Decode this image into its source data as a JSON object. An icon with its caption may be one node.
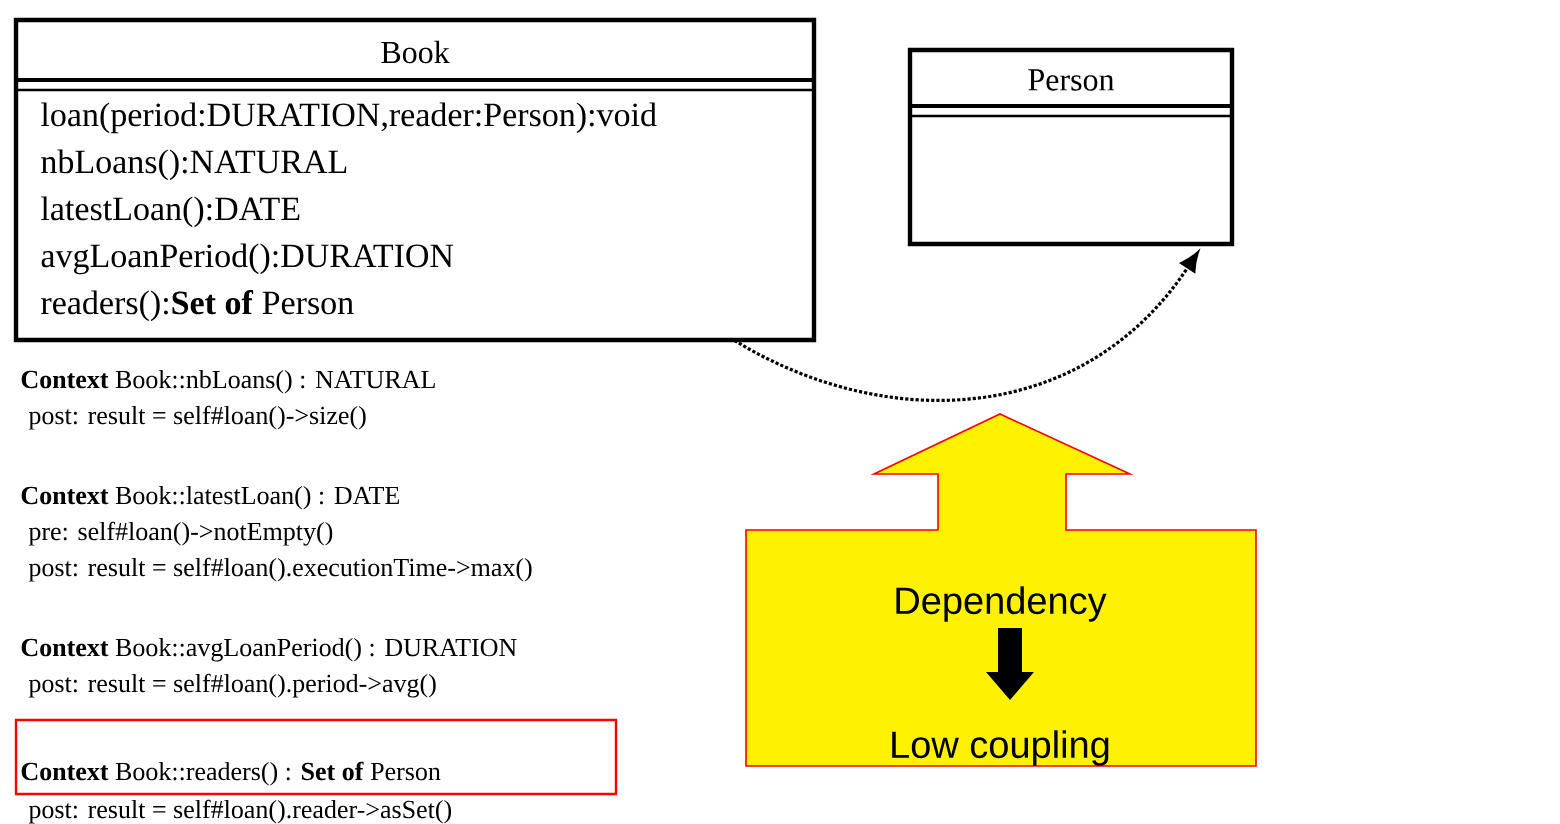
{
  "diagram": {
    "nodes": [
      {
        "text": [
          "Book",
          "loan(period:DURATION,reader:Person):void",
          "nbLoans():NATURAL",
          "latestLoan():DATE",
          "avgLoanPeriod():DURATION",
          "readers():**Set of** Person"
        ]
      },
      {
        "text": [
          "Person"
        ]
      },
      {
        "text": [
          "Dependency",
          "Low coupling"
        ]
      },
      {
        "text": [
          "**Context** Book::readers() : **Set of** Person"
        ]
      }
    ],
    "edges": [
      {
        "from": 0,
        "to": 1,
        "arrow": "to",
        "style": "dashed"
      }
    ],
    "labels": [
      "**Context** Book::nbLoans() : NATURAL",
      "post: result = self#loan()->size()",
      "**Context** Book::latestLoan() : DATE",
      "pre: self#loan()->notEmpty()",
      "post: result = self#loan().executionTime->max()",
      "**Context** Book::avgLoanPeriod() : DURATION",
      "post: result = self#loan().period->avg()",
      "post: result = self#loan().reader->asSet()"
    ]
  }
}
